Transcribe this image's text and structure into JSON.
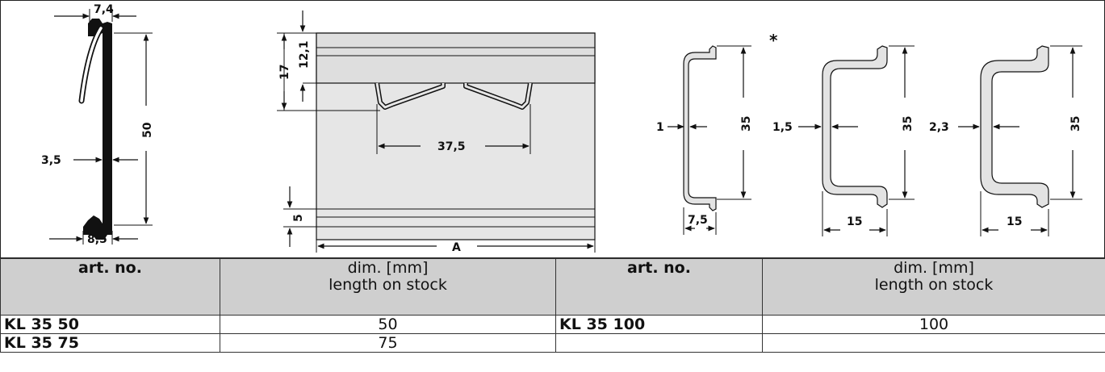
{
  "drawing": {
    "profile": {
      "top_width": "7,4",
      "height": "50",
      "thickness": "3,5",
      "bottom_width": "8,5"
    },
    "front": {
      "height_17": "17",
      "height_12_1": "12,1",
      "hole_spacing": "37,5",
      "bottom_strip": "5",
      "length": "A"
    },
    "rails": [
      {
        "thickness": "1",
        "height": "35",
        "width": "7,5"
      },
      {
        "thickness": "1,5",
        "height": "35",
        "width": "15"
      },
      {
        "thickness": "2,3",
        "height": "35",
        "width": "15"
      }
    ],
    "footnote_marker": "*"
  },
  "table": {
    "headers": {
      "art_no_left": "art. no.",
      "dim_left_line1": "dim. [mm]",
      "dim_left_line2": "length on stock",
      "art_no_right": "art. no.",
      "dim_right_line1": "dim. [mm]",
      "dim_right_line2": "length on stock"
    },
    "rows": [
      {
        "art_left": "KL 35 50",
        "dim_left": "50",
        "art_right": "KL 35 100",
        "dim_right": "100"
      },
      {
        "art_left": "KL 35 75",
        "dim_left": "75",
        "art_right": "",
        "dim_right": ""
      }
    ]
  }
}
